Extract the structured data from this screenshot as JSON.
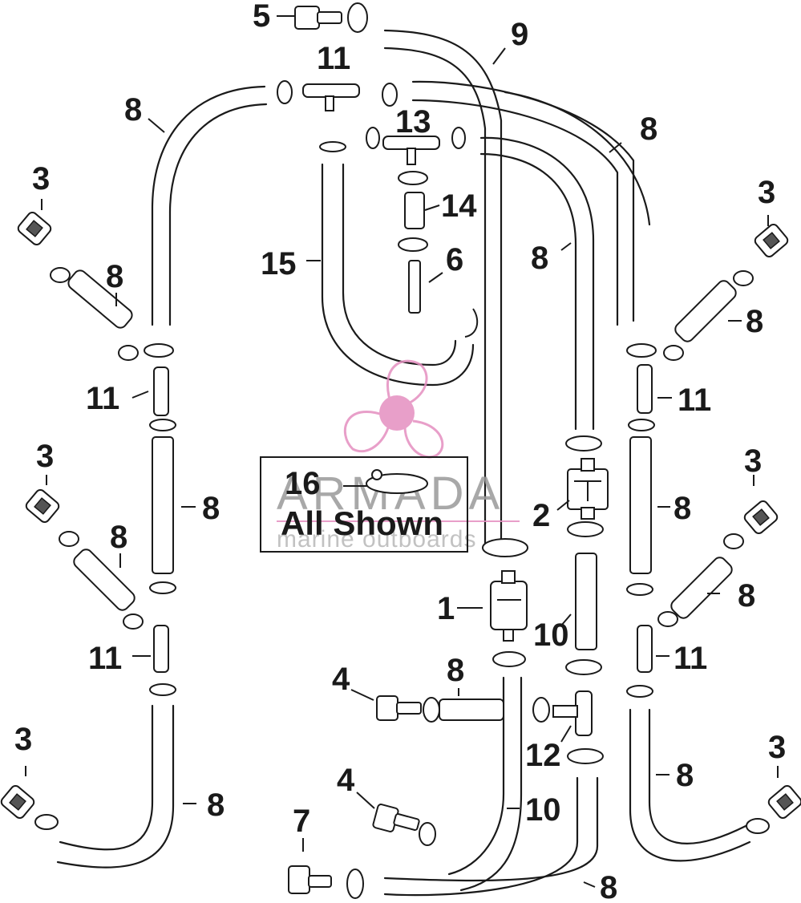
{
  "diagram": {
    "callouts": {
      "c1": "1",
      "c2": "2",
      "c3": "3",
      "c4": "4",
      "c5": "5",
      "c6": "6",
      "c7": "7",
      "c8": "8",
      "c9": "9",
      "c10": "10",
      "c11": "11",
      "c12": "12",
      "c13": "13",
      "c14": "14",
      "c15": "15",
      "c16": "16"
    },
    "note_box": {
      "number": "16",
      "text": "All Shown"
    },
    "watermark": {
      "brand": "ARMADA",
      "tagline": "marine outboards",
      "accent_color": "#e58fc0"
    }
  }
}
